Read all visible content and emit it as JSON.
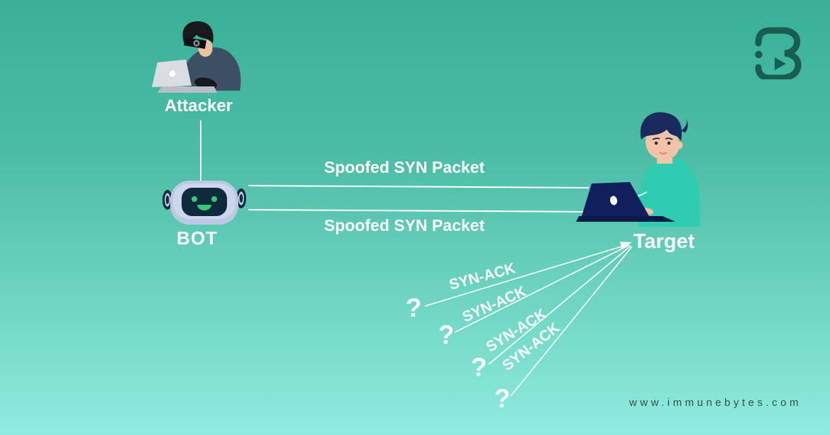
{
  "nodes": {
    "attacker": {
      "label": "Attacker"
    },
    "bot": {
      "label": "BOT"
    },
    "target": {
      "label": "Target"
    }
  },
  "messages": {
    "spoofed": [
      {
        "label": "Spoofed SYN Packet"
      },
      {
        "label": "Spoofed SYN Packet"
      }
    ],
    "syn_ack": [
      {
        "label": "SYN-ACK",
        "mark": "?"
      },
      {
        "label": "SYN-ACK",
        "mark": "?"
      },
      {
        "label": "SYN-ACK",
        "mark": "?"
      },
      {
        "label": "SYN-ACK",
        "mark": "?"
      }
    ]
  },
  "footer": {
    "website": "www.immunebytes.com"
  },
  "icons": {
    "logo": "immunebytes-b-logo",
    "attacker": "masked-hacker-with-laptop",
    "bot": "robot-head",
    "target": "person-at-laptop"
  },
  "colors": {
    "background_top": "#39b098",
    "background_bottom": "#8fecde",
    "logo_green": "#175e4f",
    "line_white": "#ffffff",
    "label_text": "#ffffff",
    "footer_text": "#3d4c50",
    "robot_head": "#bdc9e2",
    "robot_face": "#0e2b3d",
    "robot_accent_green": "#37c873",
    "attacker_sweater": "#3c4f63",
    "attacker_laptop": "#d9dce0",
    "target_sweater": "#2ecdb2",
    "target_laptop": "#111f5c",
    "skin": "#f4c3a6"
  }
}
